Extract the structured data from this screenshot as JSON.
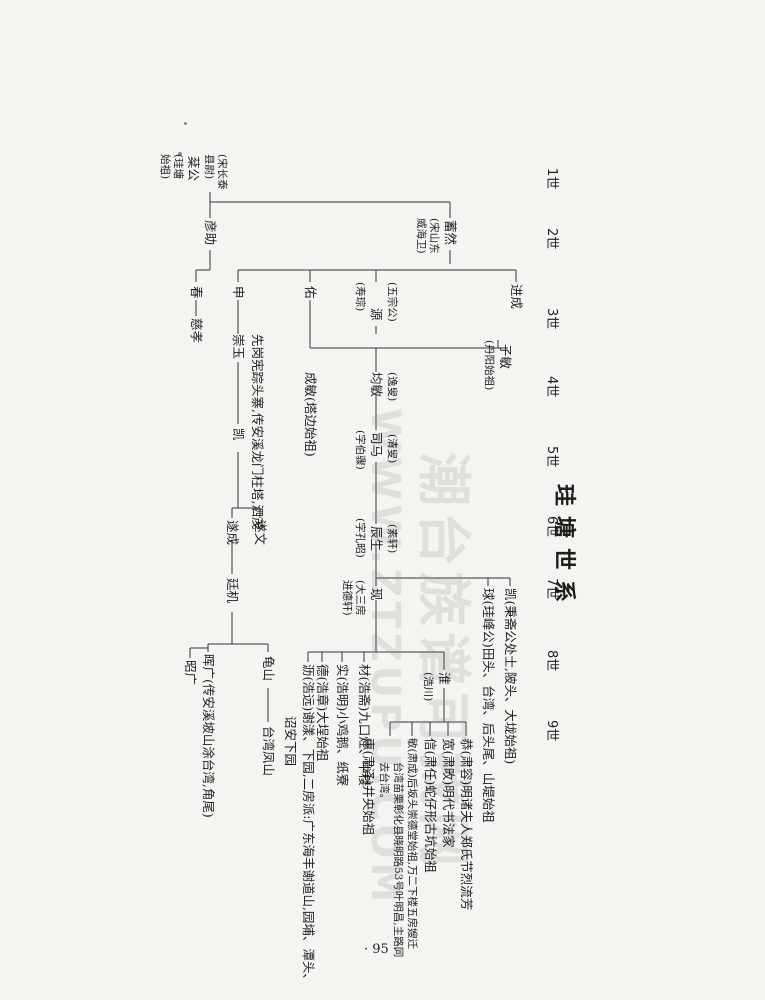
{
  "document": {
    "title": "珪塘世系",
    "page_number": "· 95 ·",
    "watermark_cn": "潮台族谱可找网",
    "watermark_en": "WWW.ZTZUPU.COM"
  },
  "generations": [
    "1世",
    "2世",
    "3世",
    "4世",
    "5世",
    "6世",
    "7世",
    "8世",
    "9世"
  ],
  "people": {
    "g1_note1": "(宋长泰",
    "g1_note2": "县尉)",
    "g1_name": "棻公",
    "g1_note3": "(珪塘",
    "g1_note4": "始祖)",
    "g2_a": "蓄然",
    "g2_a_note1": "(宋山东",
    "g2_a_note2": "威海卫)",
    "g2_b": "彦助",
    "g3_jincheng": "进成",
    "g3_yuan": "源",
    "g3_yuan_note1": "(五宗公)",
    "g3_yuan_note2": "(寿琮)",
    "g3_you": "佑",
    "g3_shen": "申",
    "g3_chun": "春",
    "g3_cixiao": "慈孝",
    "g4_zimin": "子敏",
    "g4_zimin_note": "(丹阳始祖)",
    "g4_junmin": "均敏",
    "g4_junmin_note": "(逸叟)",
    "g4_chengmin": "成敏(塔边始祖)",
    "g4_chongyu": "崇玉",
    "g4_note_line": "先岗宪踪头寨,传安溪龙门柱塔,泗茂",
    "g5_sima": "司马",
    "g5_sima_note1": "(清叟)",
    "g5_sima_note2": "(字伯骤)",
    "g5_kai": "凯",
    "g6_chensheng": "辰生",
    "g6_chensheng_note1": "(素轩)",
    "g6_chensheng_note2": "(字孔昭)",
    "g6_suiwen": "遂文",
    "g6_suicheng": "遂成",
    "g7_kai": "凯(秉斋公处士,陂头、大垅始祖)",
    "g7_qiu": "球(珪峰公)田头、台湾、后头尾、山堤始祖",
    "g7_xian": "现",
    "g7_xian_note1": "(大三房",
    "g7_xian_note2": "进德轩)",
    "g7_tingji": "廷机",
    "g8_huai": "淮",
    "g8_huai_note": "(浩川)",
    "g8_cai": "材(浩斋)九口灶、中楼",
    "g8_shi": "实(浩明)小鸡鹅、纸寮",
    "g8_de": "德(浩章)大埕始祖",
    "g8_li": "沥(浩远)谢漾、下园,二房派:广东海丰谢道山,园埔、潭头、",
    "g8_li_note": "诏安下园",
    "g8_guishan": "龟山",
    "g8_taiwan": "台湾凤山",
    "g8_qiguang": "晖广(传安溪坡山涂台湾,角尾)",
    "g8_zhaoguang": "昭广",
    "g9_gong": "恭(肃容)明诸夫人郑氏节烈流芳",
    "g9_kuan": "宽(肃畋)明代书法家",
    "g9_xin": "信(肃任)蛇仔形古坑始祖",
    "g9_min": "敏(肃成)后坂头崇德堂始祖,万二下楼五房嫂迁",
    "g9_min_note1": "台湾苗栗彰化县晓明路53号叶明昌,主路同",
    "g9_min_note2": "去台湾。",
    "g9_hui": "惠(肃泽)井央始祖"
  }
}
